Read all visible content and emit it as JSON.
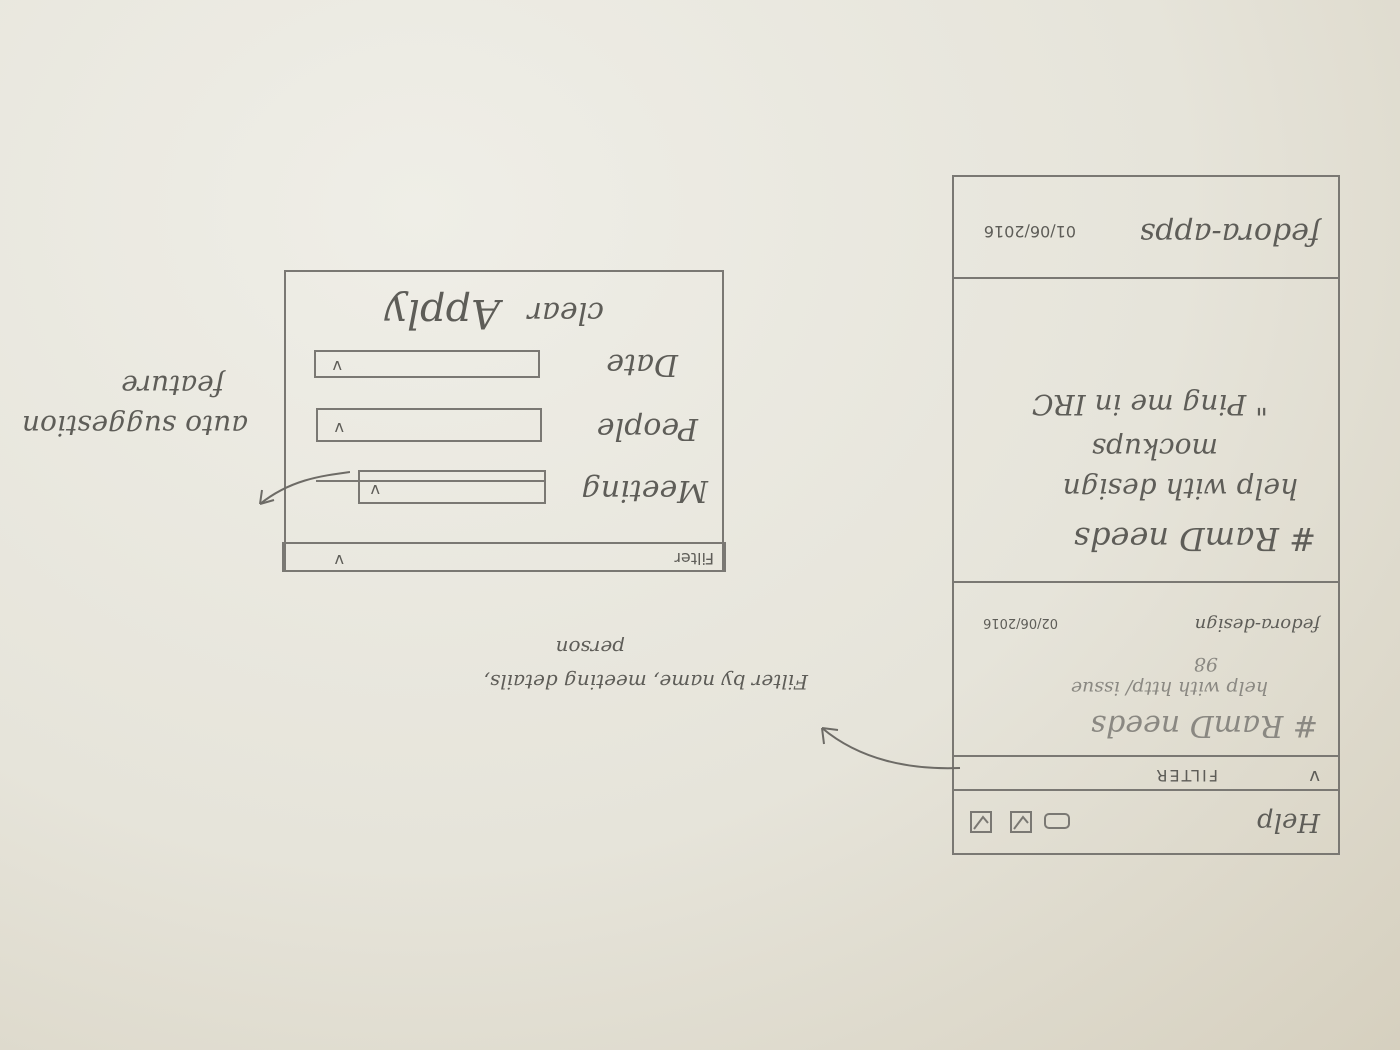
{
  "phone": {
    "title": "Help",
    "filter_label": "FILTER",
    "filter_chevron": "v",
    "icons": [
      "mail-icon",
      "check-icon",
      "check-icon"
    ],
    "items": [
      {
        "text_line1": "# RamD needs",
        "text_line2": "help with http/ issue",
        "text_line3": "98",
        "channel": "fedora-design",
        "date": "02/06/2016"
      },
      {
        "text_line1": "# RamD needs",
        "text_line2": "help with design",
        "text_line3": "mockups",
        "text_line4": "\" Ping me in IRC",
        "channel": "fedora-apps",
        "date": "01/06/2016"
      }
    ]
  },
  "filter_panel": {
    "header_label": "Filter",
    "header_chevron": "v",
    "fields": [
      {
        "label": "Meeting",
        "chevron": "v"
      },
      {
        "label": "People",
        "chevron": "v"
      },
      {
        "label": "Date",
        "chevron": "v"
      }
    ],
    "buttons": {
      "clear": "clear",
      "apply": "Apply"
    }
  },
  "annotations": {
    "filter_by": "Filter by name, meeting details,",
    "filter_by_line2": "person",
    "auto_suggestion": "auto suggestion",
    "auto_suggestion_line2": "feature"
  }
}
